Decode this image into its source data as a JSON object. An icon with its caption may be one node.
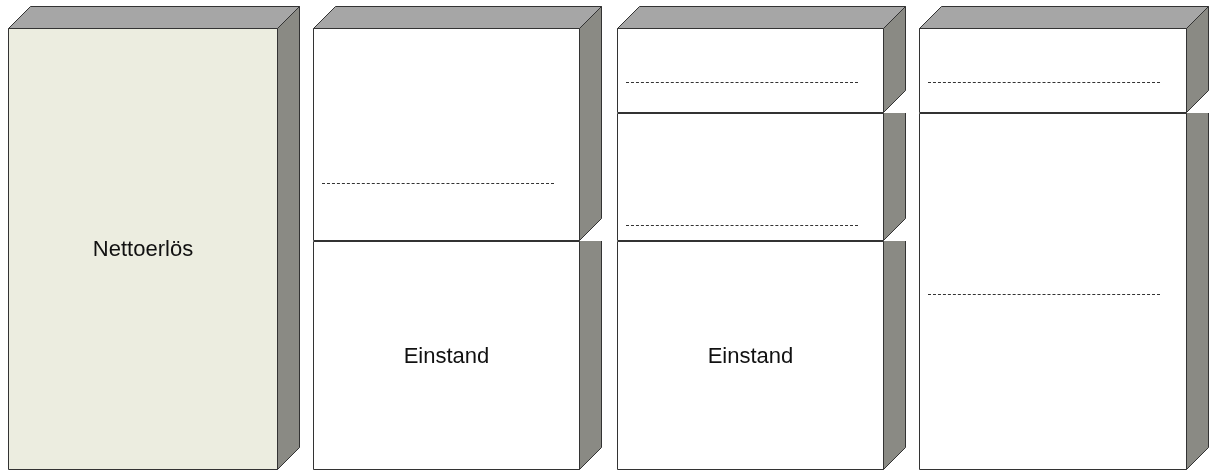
{
  "diagram": {
    "nodes": [
      {
        "text": [
          "Nettoerlös"
        ]
      },
      {
        "text": [],
        "shape": "box"
      },
      {
        "text": [
          "Einstand"
        ]
      },
      {
        "text": [],
        "shape": "box"
      },
      {
        "text": [],
        "shape": "box"
      },
      {
        "text": [
          "Einstand"
        ]
      },
      {
        "text": [],
        "shape": "box"
      },
      {
        "text": [],
        "shape": "box"
      }
    ]
  }
}
